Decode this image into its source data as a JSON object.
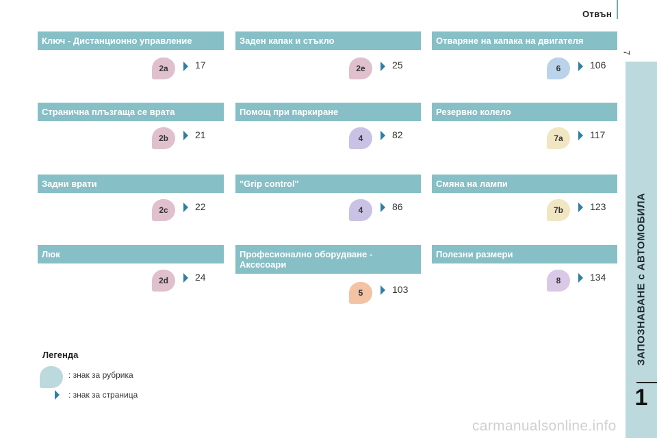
{
  "header": {
    "title": "Отвън",
    "page_number": "7"
  },
  "sidebar": {
    "text": "ЗАПОЗНАВАНЕ с АВТОМОБИЛА",
    "chapter": "1"
  },
  "sections": [
    {
      "title": "Ключ - Дистанционно управление",
      "badge": "2a",
      "badge_color": "#dfc0cc",
      "page": "17"
    },
    {
      "title": "Странична плъзгаща се врата",
      "badge": "2b",
      "badge_color": "#dfc0cc",
      "page": "21"
    },
    {
      "title": "Задни врати",
      "badge": "2c",
      "badge_color": "#dfc0cc",
      "page": "22"
    },
    {
      "title": "Люк",
      "badge": "2d",
      "badge_color": "#dfc0cc",
      "page": "24"
    },
    {
      "title": "Заден капак и стъкло",
      "badge": "2e",
      "badge_color": "#dfc0cc",
      "page": "25"
    },
    {
      "title": "Помощ при паркиране",
      "badge": "4",
      "badge_color": "#c9c2e4",
      "page": "82"
    },
    {
      "title": "\"Grip control\"",
      "badge": "4",
      "badge_color": "#c9c2e4",
      "page": "86"
    },
    {
      "title": "Професионално оборудване - Аксесоари",
      "badge": "5",
      "badge_color": "#f4c3a4",
      "page": "103"
    },
    {
      "title": "Отваряне на капака на двигателя",
      "badge": "6",
      "badge_color": "#bad2ea",
      "page": "106"
    },
    {
      "title": "Резервно колело",
      "badge": "7a",
      "badge_color": "#f1e6c2",
      "page": "117"
    },
    {
      "title": "Смяна на лампи",
      "badge": "7b",
      "badge_color": "#f1e6c2",
      "page": "123"
    },
    {
      "title": "Полезни размери",
      "badge": "8",
      "badge_color": "#d9c9e7",
      "page": "134"
    }
  ],
  "legend": {
    "title": "Легенда",
    "rubric_text": ": знак за рубрика",
    "page_text": ": знак за страница"
  },
  "watermark": "carmanualsonline.info",
  "colors": {
    "section_bar": "#86bfc6",
    "arrow": "#2e7fa3",
    "sidebar": "#bcd9dd"
  }
}
